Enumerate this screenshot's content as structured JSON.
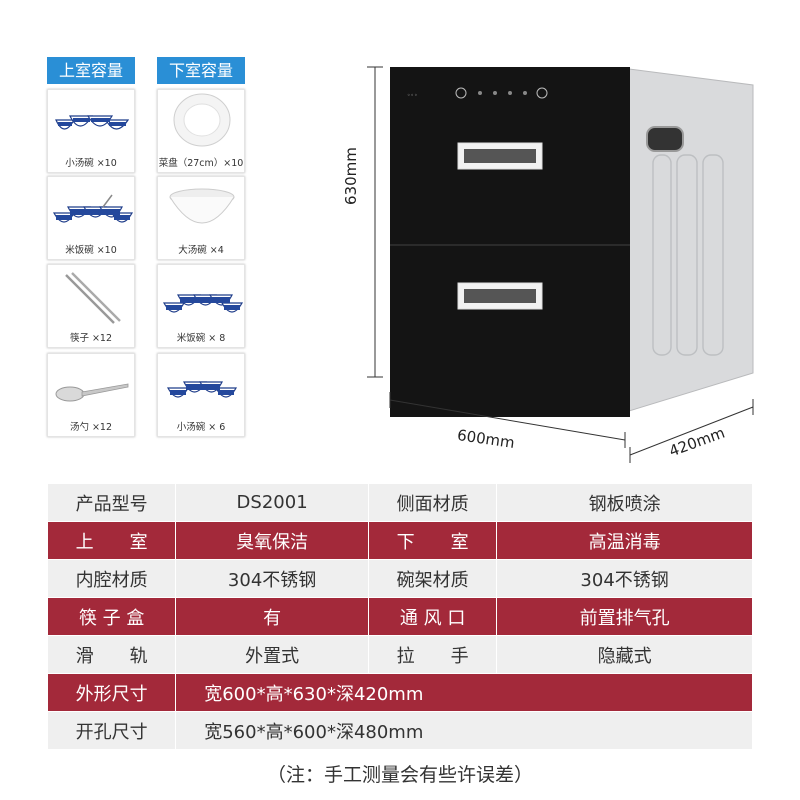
{
  "capacity": {
    "upper_title": "上室容量",
    "lower_title": "下室容量",
    "upper_items": [
      {
        "label": "小汤碗 ×10",
        "icon": "small-soup-bowls-icon"
      },
      {
        "label": "米饭碗 ×10",
        "icon": "rice-bowls-icon"
      },
      {
        "label": "筷子 ×12",
        "icon": "chopsticks-icon"
      },
      {
        "label": "汤勺 ×12",
        "icon": "soup-spoon-icon"
      }
    ],
    "lower_items": [
      {
        "label": "菜盘（27cm）×10",
        "icon": "dinner-plates-icon"
      },
      {
        "label": "大汤碗 ×4",
        "icon": "large-soup-bowl-icon"
      },
      {
        "label": "米饭碗 × 8",
        "icon": "rice-bowls-icon"
      },
      {
        "label": "小汤碗 × 6",
        "icon": "small-soup-bowls-icon"
      }
    ]
  },
  "dimensions": {
    "height": "630mm",
    "width": "600mm",
    "depth": "420mm"
  },
  "specs": [
    {
      "style": "light",
      "cells": [
        "产品型号",
        "DS2001",
        "侧面材质",
        "钢板喷涂"
      ]
    },
    {
      "style": "dark",
      "cells": [
        "上　　室",
        "臭氧保洁",
        "下　　室",
        "高温消毒"
      ]
    },
    {
      "style": "light",
      "cells": [
        "内腔材质",
        "304不锈钢",
        "碗架材质",
        "304不锈钢"
      ]
    },
    {
      "style": "dark",
      "cells": [
        "筷 子 盒",
        "有",
        "通 风 口",
        "前置排气孔"
      ]
    },
    {
      "style": "light",
      "cells": [
        "滑　　轨",
        "外置式",
        "拉　　手",
        "隐藏式"
      ]
    },
    {
      "style": "dark",
      "cells": [
        "外形尺寸",
        "宽600*高*630*深420mm"
      ]
    },
    {
      "style": "light",
      "cells": [
        "开孔尺寸",
        "宽560*高*600*深480mm"
      ]
    }
  ],
  "note": "（注：手工测量会有些许误差）",
  "colors": {
    "header_blue": "#2a8fd6",
    "row_red": "#a3293a",
    "row_gray": "#efefef"
  }
}
